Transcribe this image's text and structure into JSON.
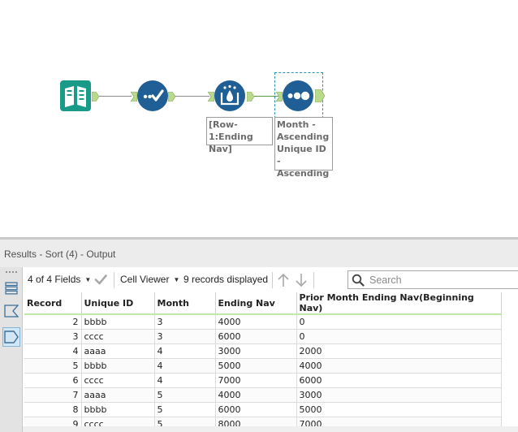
{
  "colors": {
    "input_tool": "#1a9b8a",
    "blue_tool": "#1f5f95",
    "anchor_green": "#b9d98c",
    "header_underline": "#c2e8a8",
    "selection": "#2f8fb3"
  },
  "workflow": {
    "tools": [
      {
        "id": 1,
        "icon": "book-input-icon"
      },
      {
        "id": 2,
        "icon": "select-checkmark-icon"
      },
      {
        "id": 3,
        "icon": "multi-row-formula-icon"
      },
      {
        "id": 4,
        "icon": "sort-dots-icon"
      }
    ],
    "annotations": {
      "multirow": "[Row-1:Ending\nNav]",
      "sort": "Month -\nAscending\nUnique ID -\nAscending"
    }
  },
  "results": {
    "title": "Results - Sort (4) - Output",
    "fields_dropdown": "4 of 4 Fields",
    "cell_viewer": "Cell Viewer",
    "records_displayed": "9 records displayed",
    "search_placeholder": "Search"
  },
  "grid": {
    "headers": [
      "Record",
      "Unique ID",
      "Month",
      "Ending Nav",
      "Prior Month Ending Nav(Beginning Nav)"
    ],
    "rows": [
      [
        "2",
        "bbbb",
        "3",
        "4000",
        "0"
      ],
      [
        "3",
        "cccc",
        "3",
        "6000",
        "0"
      ],
      [
        "4",
        "aaaa",
        "4",
        "3000",
        "2000"
      ],
      [
        "5",
        "bbbb",
        "4",
        "5000",
        "4000"
      ],
      [
        "6",
        "cccc",
        "4",
        "7000",
        "6000"
      ],
      [
        "7",
        "aaaa",
        "5",
        "4000",
        "3000"
      ],
      [
        "8",
        "bbbb",
        "5",
        "6000",
        "5000"
      ],
      [
        "9",
        "cccc",
        "5",
        "8000",
        "7000"
      ]
    ]
  }
}
